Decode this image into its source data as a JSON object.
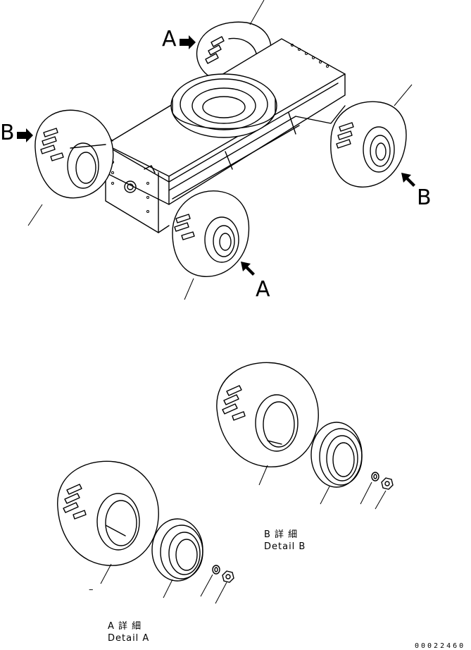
{
  "views": {
    "view_a_upper": "A",
    "view_b_left": "B",
    "view_b_right": "B",
    "view_a_lower": "A"
  },
  "details": {
    "detail_a_jp": "A 詳 細",
    "detail_a_en": "Detail A",
    "detail_b_jp": "B 詳 細",
    "detail_b_en": "Detail B"
  },
  "misc": {
    "dash": "–",
    "drawing_code": "00022460"
  }
}
